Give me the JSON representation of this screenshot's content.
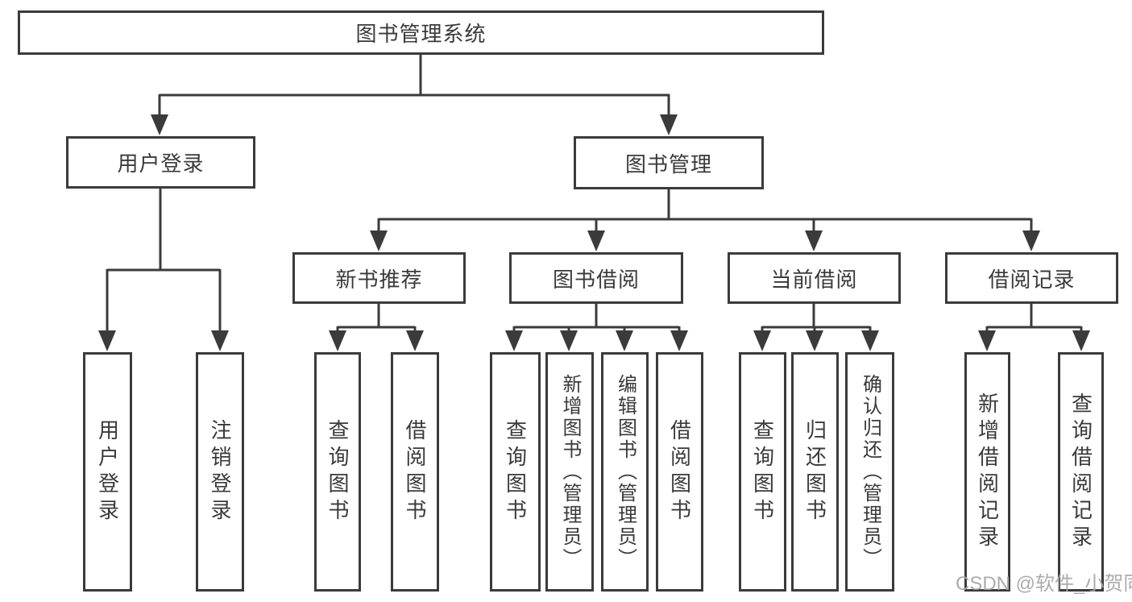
{
  "colors": {
    "line": "#3b3b3b",
    "box_border": "#3b3b3b",
    "text": "#3a3a3a",
    "watermark": "#a8a8a8",
    "background": "#ffffff"
  },
  "tree": {
    "label": "图书管理系统",
    "children": [
      {
        "label": "用户登录",
        "children": [
          {
            "label": "用户登录"
          },
          {
            "label": "注销登录"
          }
        ]
      },
      {
        "label": "图书管理",
        "children": [
          {
            "label": "新书推荐",
            "children": [
              {
                "label": "查询图书"
              },
              {
                "label": "借阅图书"
              }
            ]
          },
          {
            "label": "图书借阅",
            "children": [
              {
                "label": "查询图书"
              },
              {
                "label": "新增图书（管理员）"
              },
              {
                "label": "编辑图书（管理员）"
              },
              {
                "label": "借阅图书"
              }
            ]
          },
          {
            "label": "当前借阅",
            "children": [
              {
                "label": "查询图书"
              },
              {
                "label": "归还图书"
              },
              {
                "label": "确认归还（管理员）"
              }
            ]
          },
          {
            "label": "借阅记录",
            "children": [
              {
                "label": "新增借阅记录"
              },
              {
                "label": "查询借阅记录"
              }
            ]
          }
        ]
      }
    ]
  },
  "watermark": {
    "text": "CSDN @软件_小贺同学"
  }
}
